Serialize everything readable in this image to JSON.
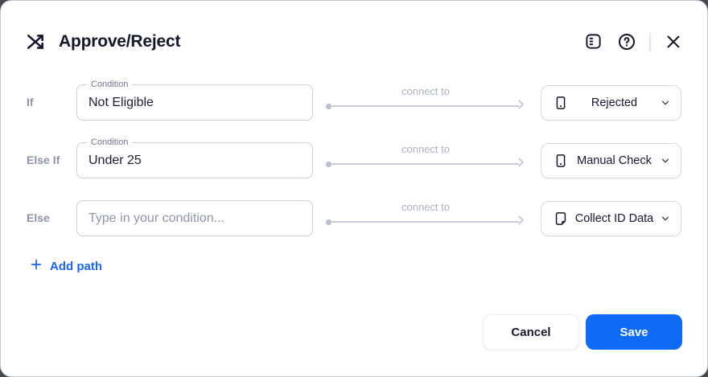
{
  "modal": {
    "title": "Approve/Reject",
    "header_icons": [
      {
        "name": "notes-icon"
      },
      {
        "name": "help-icon"
      },
      {
        "name": "close-icon"
      }
    ],
    "rows": [
      {
        "label": "If",
        "field_label": "Condition",
        "value": "Not Eligible",
        "placeholder": "",
        "connector_label": "connect to",
        "target": "Rejected",
        "target_icon": "screen-icon"
      },
      {
        "label": "Else If",
        "field_label": "Condition",
        "value": "Under 25",
        "placeholder": "",
        "connector_label": "connect to",
        "target": "Manual Check",
        "target_icon": "screen-icon"
      },
      {
        "label": "Else",
        "field_label": "",
        "value": "",
        "placeholder": "Type in your condition...",
        "connector_label": "connect to",
        "target": "Collect ID Data",
        "target_icon": "document-icon"
      }
    ],
    "add_path_label": "Add path",
    "footer": {
      "cancel_label": "Cancel",
      "save_label": "Save"
    },
    "colors": {
      "accent": "#0f6bf5",
      "link": "#1b67f1",
      "connector": "#c6ccd7",
      "row_label": "#8b93a7"
    }
  }
}
